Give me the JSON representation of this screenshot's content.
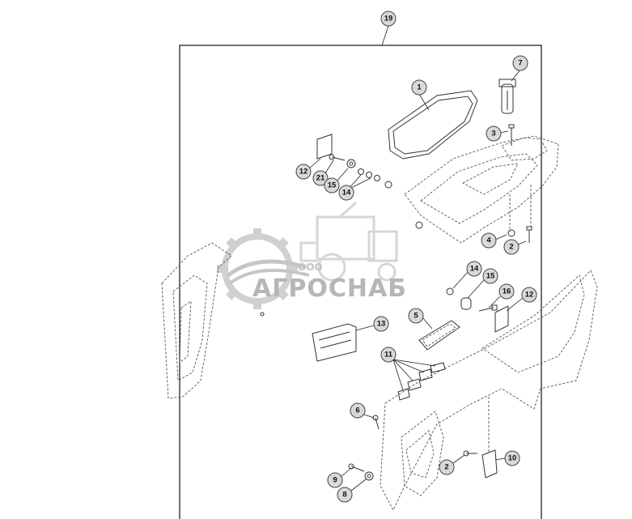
{
  "diagram": {
    "assembly_callout": "19",
    "callouts": [
      "1",
      "2",
      "3",
      "4",
      "5",
      "6",
      "7",
      "8",
      "9",
      "10",
      "11",
      "12",
      "13",
      "14",
      "15",
      "16",
      "21"
    ],
    "watermark": {
      "small_text": "ООО",
      "brand_text": "АГРОСНАБ",
      "colors": {
        "gear": "#c8c8c8",
        "text": "#b0b0b0"
      }
    }
  }
}
